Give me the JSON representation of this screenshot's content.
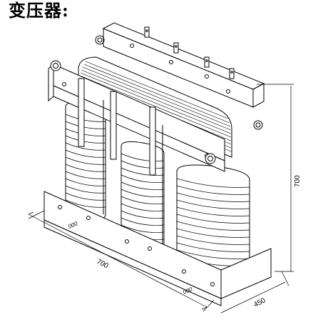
{
  "title": "变压器:",
  "dimensions": {
    "length": "700",
    "depth": "450",
    "height": "700"
  },
  "clamp_labels": {
    "front": "000",
    "front_right": "000"
  },
  "colors": {
    "line": "#000000",
    "background": "#ffffff"
  }
}
